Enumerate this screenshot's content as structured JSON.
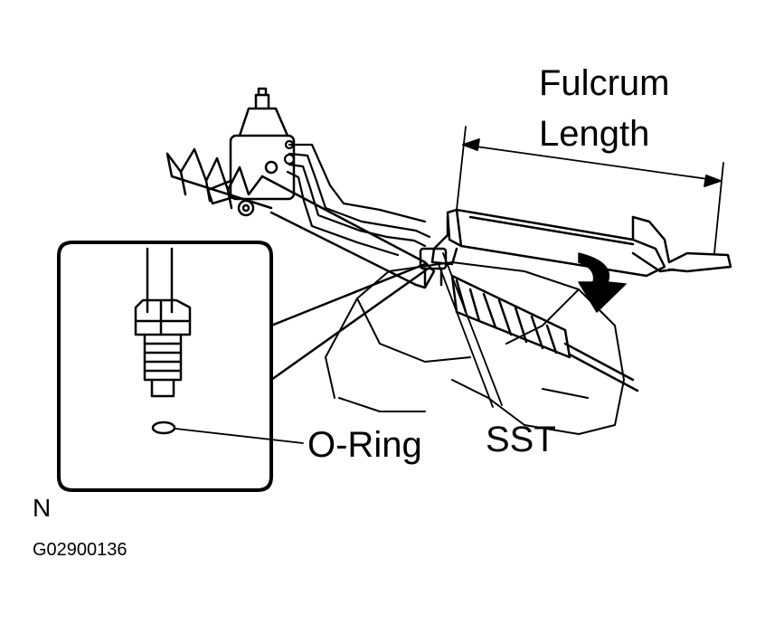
{
  "labels": {
    "fulcrum_line1": "Fulcrum",
    "fulcrum_line2": "Length",
    "o_ring": "O-Ring",
    "sst": "SST",
    "view_marker": "N",
    "figure_code": "G02900136"
  },
  "colors": {
    "ink": "#000000",
    "paper": "#ffffff"
  }
}
